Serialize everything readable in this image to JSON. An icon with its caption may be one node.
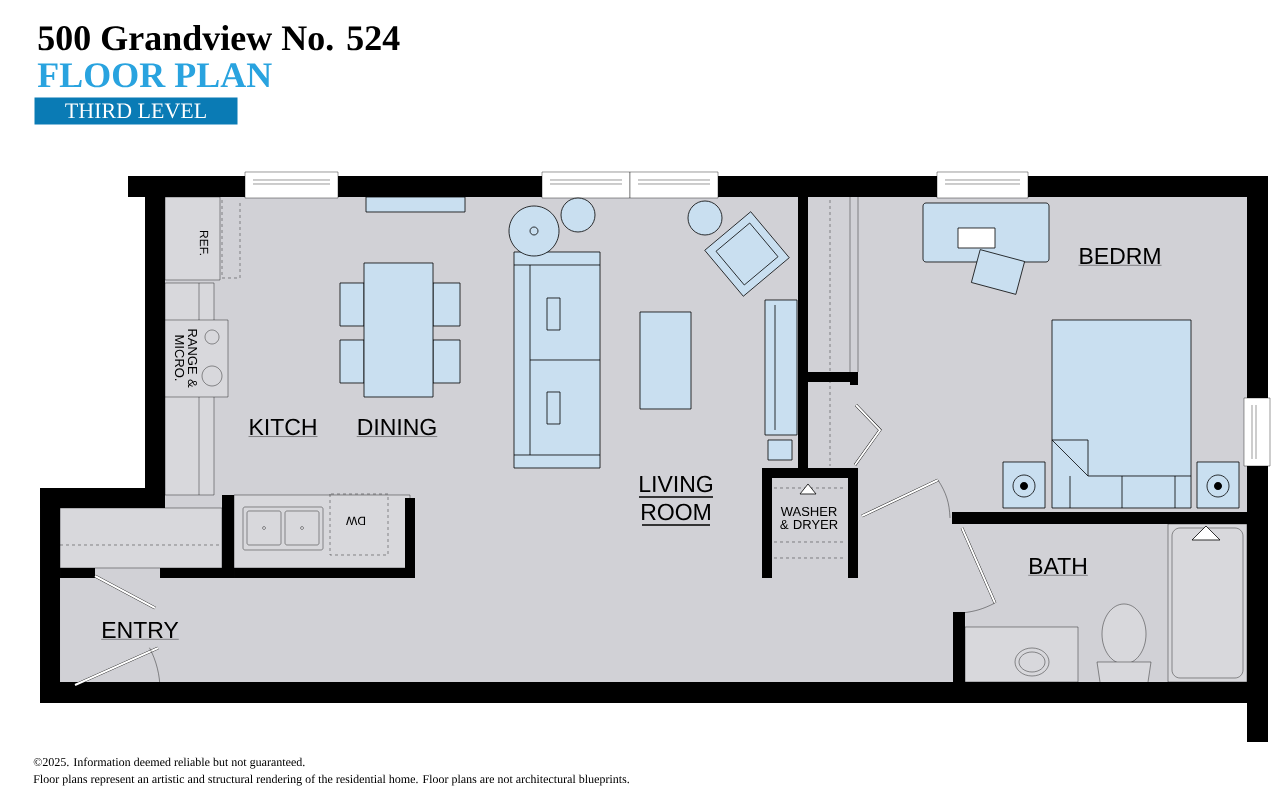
{
  "diagram": {
    "title": "500 Grandview No. 524",
    "labels": [
      "FLOOR PLAN",
      "THIRD LEVEL",
      "REF.",
      "BEDRM",
      "RANGE & MICRO.",
      "KITCH",
      "DINING",
      "LIVING ROOM",
      "WASHER & DRYER",
      "BATH",
      "DW",
      "ENTRY",
      "©2025. Information deemed reliable but not guaranteed.",
      "Floor plans represent an artistic and structural rendering of the residential home. Floor plans are not architectural blueprints."
    ]
  }
}
